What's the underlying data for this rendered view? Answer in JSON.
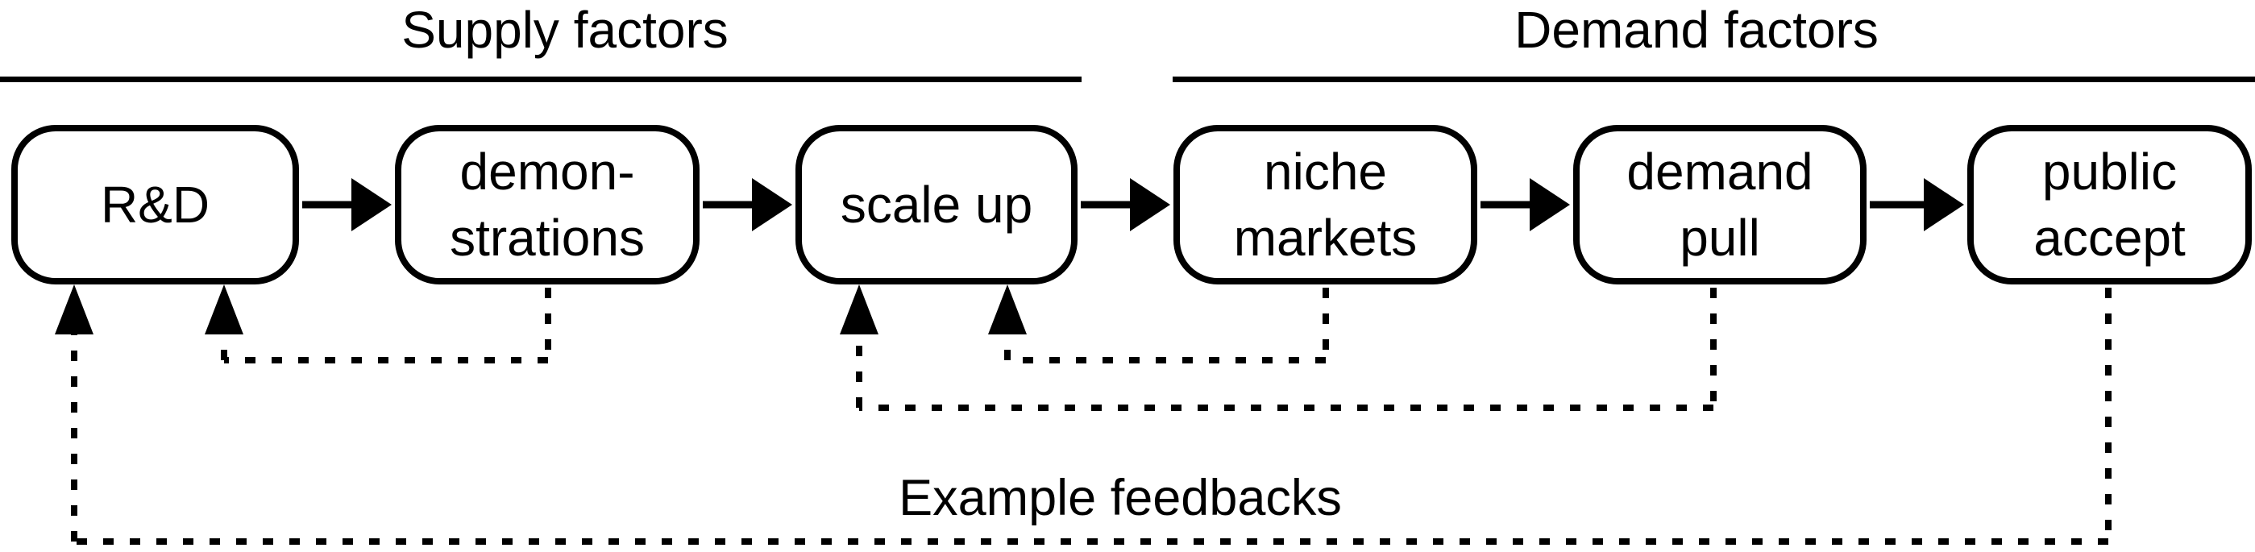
{
  "sections": [
    {
      "id": "supply",
      "label": "Supply factors"
    },
    {
      "id": "demand",
      "label": "Demand factors"
    }
  ],
  "nodes": [
    {
      "id": "rd",
      "label": "R&D",
      "section": "supply"
    },
    {
      "id": "demonstrations",
      "label": "demon-\nstrations",
      "section": "supply"
    },
    {
      "id": "scale-up",
      "label": "scale up",
      "section": "supply"
    },
    {
      "id": "niche-markets",
      "label": "niche\nmarkets",
      "section": "demand"
    },
    {
      "id": "demand-pull",
      "label": "demand\npull",
      "section": "demand"
    },
    {
      "id": "public-accept",
      "label": "public\naccept",
      "section": "demand"
    }
  ],
  "main_flow": [
    "R&D",
    "demonstrations",
    "scale up",
    "niche markets",
    "demand pull",
    "public accept"
  ],
  "feedbacks": {
    "label": "Example feedbacks",
    "links": [
      {
        "from": "demonstrations",
        "to": "R&D"
      },
      {
        "from": "niche markets",
        "to": "scale up"
      },
      {
        "from": "demand pull",
        "to": "scale up"
      },
      {
        "from": "public accept",
        "to": "R&D"
      }
    ]
  },
  "colors": {
    "ink": "#000000",
    "background": "#ffffff"
  }
}
